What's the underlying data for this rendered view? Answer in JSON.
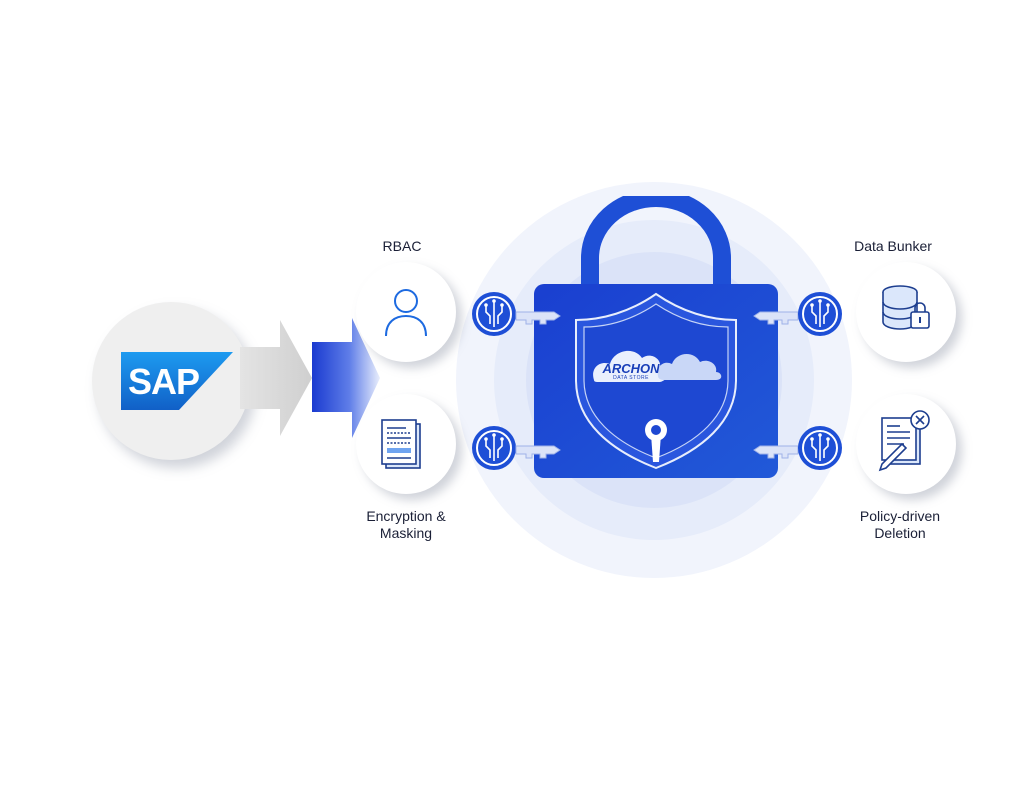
{
  "source": {
    "logo_text": "SAP"
  },
  "features": {
    "rbac": {
      "label": "RBAC",
      "icon": "user-icon"
    },
    "encryption": {
      "label_line1": "Encryption &",
      "label_line2": "Masking",
      "icon": "document-icon"
    },
    "data_bunker": {
      "label": "Data Bunker",
      "icon": "database-lock-icon"
    },
    "policy_deletion": {
      "label_line1": "Policy-driven",
      "label_line2": "Deletion",
      "icon": "document-delete-icon"
    }
  },
  "lock": {
    "brand_text": "ARCHON",
    "brand_subtext": "DATA STORE"
  },
  "colors": {
    "primary": "#1a3fd0",
    "lock_body": "#1e4fd6",
    "halo": "#e9eefb",
    "dark_text": "#1a1f36"
  }
}
